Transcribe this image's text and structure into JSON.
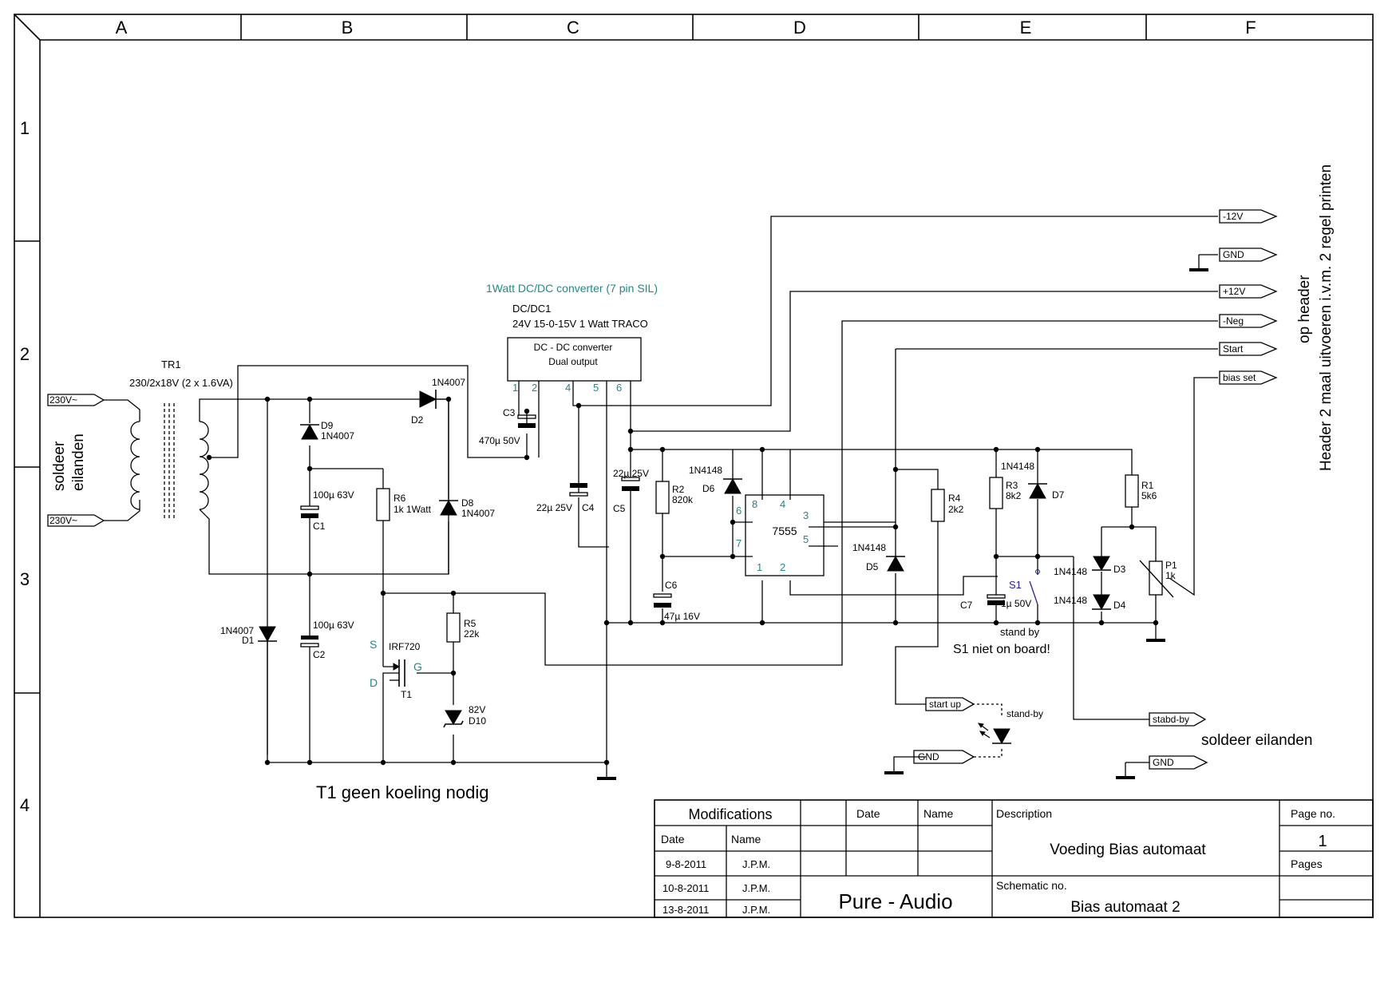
{
  "frame": {
    "columns": [
      "A",
      "B",
      "C",
      "D",
      "E",
      "F"
    ],
    "rows": [
      "1",
      "2",
      "3",
      "4"
    ]
  },
  "transformer": {
    "ref": "TR1",
    "value": "230/2x18V (2 x 1.6VA)"
  },
  "mains": {
    "in_top": "230V~",
    "in_bottom": "230V~",
    "side_label_1": "soldeer",
    "side_label_2": "eilanden"
  },
  "converter": {
    "note": "1Watt DC/DC converter (7 pin SIL)",
    "ref": "DC/DC1",
    "value": "24V 15-0-15V 1 Watt TRACO",
    "box_line1": "DC - DC converter",
    "box_line2": "Dual output",
    "pins": [
      "1",
      "2",
      "4",
      "5",
      "6"
    ]
  },
  "diodes": {
    "D2": {
      "ref": "D2",
      "value": "1N4007"
    },
    "D9": {
      "ref": "D9",
      "value": "1N4007"
    },
    "D8": {
      "ref": "D8",
      "value": "1N4007"
    },
    "D1": {
      "ref": "D1",
      "value": "1N4007"
    },
    "D6": {
      "ref": "D6",
      "value": "1N4148"
    },
    "D5": {
      "ref": "D5",
      "value": "1N4148"
    },
    "D7": {
      "ref": "D7",
      "value": "1N4148"
    },
    "D3": {
      "ref": "D3",
      "value": "1N4148"
    },
    "D4": {
      "ref": "D4",
      "value": "1N4148"
    },
    "D10": {
      "ref": "D10",
      "value": "82V"
    }
  },
  "capacitors": {
    "C1": {
      "ref": "C1",
      "value": "100µ 63V"
    },
    "C2": {
      "ref": "C2",
      "value": "100µ 63V"
    },
    "C3": {
      "ref": "C3",
      "value": "470µ 50V"
    },
    "C4": {
      "ref": "C4",
      "value": "22µ 25V"
    },
    "C5": {
      "ref": "C5",
      "value": "22µ 25V"
    },
    "C6": {
      "ref": "C6",
      "value": "47µ 16V"
    },
    "C7": {
      "ref": "C7",
      "value": "1µ 50V"
    }
  },
  "resistors": {
    "R6": {
      "ref": "R6",
      "value": "1k 1Watt"
    },
    "R5": {
      "ref": "R5",
      "value": "22k"
    },
    "R2": {
      "ref": "R2",
      "value": "820k"
    },
    "R4": {
      "ref": "R4",
      "value": "2k2"
    },
    "R3": {
      "ref": "R3",
      "value": "8k2"
    },
    "R1": {
      "ref": "R1",
      "value": "5k6"
    },
    "P1": {
      "ref": "P1",
      "value": "1k"
    }
  },
  "mosfet": {
    "ref": "T1",
    "value": "IRF720",
    "pin_s": "S",
    "pin_g": "G",
    "pin_d": "D"
  },
  "timer": {
    "label": "7555",
    "pins": [
      "8",
      "4",
      "6",
      "7",
      "3",
      "5",
      "1",
      "2"
    ]
  },
  "switch": {
    "ref": "S1",
    "note_1": "stand by",
    "note_2": "S1 niet on board!"
  },
  "header_ports": [
    "-12V",
    "GND",
    "+12V",
    "-Neg",
    "Start",
    "bias set"
  ],
  "header_note_1": "op header",
  "header_note_2": "Header 2 maal uitvoeren i.v.m. 2 regel printen",
  "pads": {
    "start_up": "start up",
    "gnd_1": "GND",
    "led_label": "stand-by",
    "stabd_by": "stabd-by",
    "gnd_2": "GND",
    "note": "soldeer eilanden"
  },
  "note_cooling": "T1  geen koeling nodig",
  "title_block": {
    "modifications": "Modifications",
    "date_hdr": "Date",
    "name_hdr": "Name",
    "date_hdr_2": "Date",
    "name_hdr_2": "Name",
    "rows": [
      {
        "date": "9-8-2011",
        "name": "J.P.M."
      },
      {
        "date": "10-8-2011",
        "name": "J.P.M."
      },
      {
        "date": "13-8-2011",
        "name": "J.P.M."
      }
    ],
    "company": "Pure - Audio",
    "description_hdr": "Description",
    "description": "Voeding Bias automaat",
    "schematic_hdr": "Schematic no.",
    "schematic": "Bias automaat 2",
    "page_hdr": "Page no.",
    "page": "1",
    "pages_hdr": "Pages"
  }
}
